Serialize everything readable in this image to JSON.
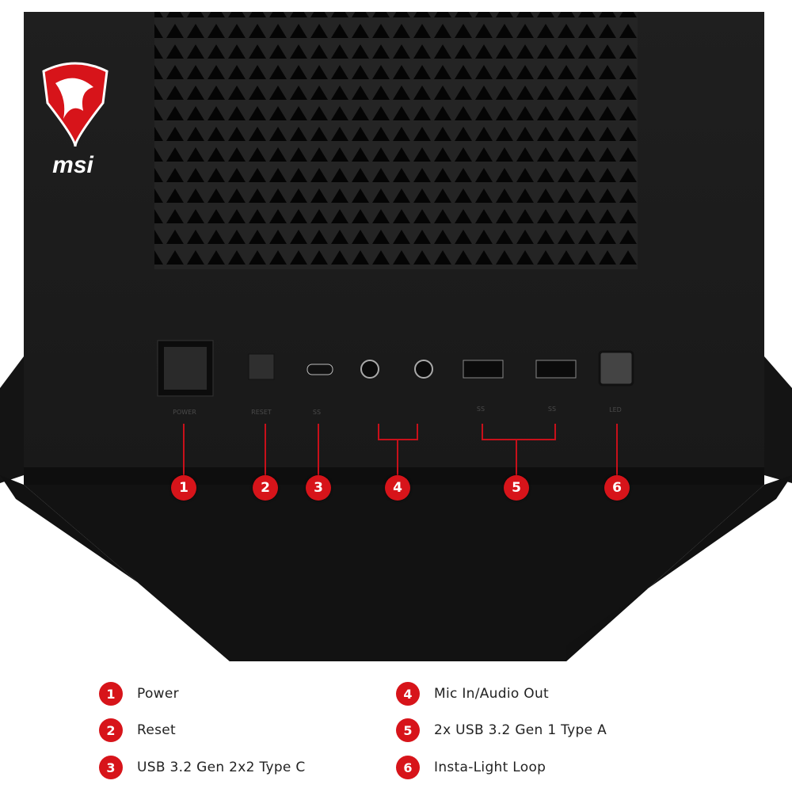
{
  "brand": {
    "logo_text": "msi",
    "color": "#d7141a"
  },
  "ports": [
    {
      "id": 1,
      "name": "power-button",
      "label": "POWER"
    },
    {
      "id": 2,
      "name": "reset-button",
      "label": "RESET"
    },
    {
      "id": 3,
      "name": "usb-c-port",
      "label": "SS"
    },
    {
      "id": 4,
      "name": "audio-jacks",
      "label": ""
    },
    {
      "id": 5,
      "name": "usb-a-ports",
      "label": "SS"
    },
    {
      "id": 6,
      "name": "led-button",
      "label": "LED"
    }
  ],
  "markers": [
    "1",
    "2",
    "3",
    "4",
    "5",
    "6"
  ],
  "legend": [
    {
      "num": "1",
      "text": "Power"
    },
    {
      "num": "2",
      "text": "Reset"
    },
    {
      "num": "3",
      "text": "USB 3.2 Gen 2x2 Type C"
    },
    {
      "num": "4",
      "text": "Mic In/Audio Out"
    },
    {
      "num": "5",
      "text": "2x USB 3.2 Gen 1 Type A"
    },
    {
      "num": "6",
      "text": "Insta-Light Loop"
    }
  ],
  "colors": {
    "case": "#1c1c1c",
    "accent": "#d7141a",
    "callout_line": "#c8101a"
  }
}
